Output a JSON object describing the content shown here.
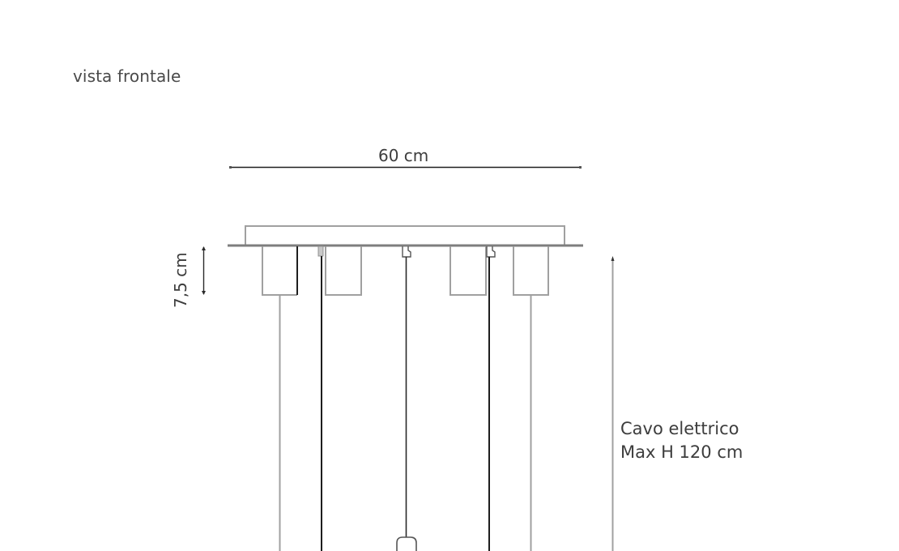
{
  "diagram": {
    "view_title": "vista frontale",
    "dimensions": {
      "width": "60 cm",
      "canopy_height": "7,5 cm",
      "cable_label_line1": "Cavo elettrico",
      "cable_label_line2": "Max H 120 cm"
    },
    "colors": {
      "outline_gray": "#9a9a9a",
      "base_gray": "#7a7a7a",
      "cable_black": "#1e1e1e",
      "text": "#404040"
    },
    "components": [
      {
        "type": "canopy",
        "label": "ceiling-canopy"
      },
      {
        "type": "socket-cup",
        "count": 4
      },
      {
        "type": "cable-hook",
        "count": 3
      },
      {
        "type": "pendant-cable",
        "count": 5
      },
      {
        "type": "pendant-bulb",
        "count": 1
      }
    ]
  }
}
